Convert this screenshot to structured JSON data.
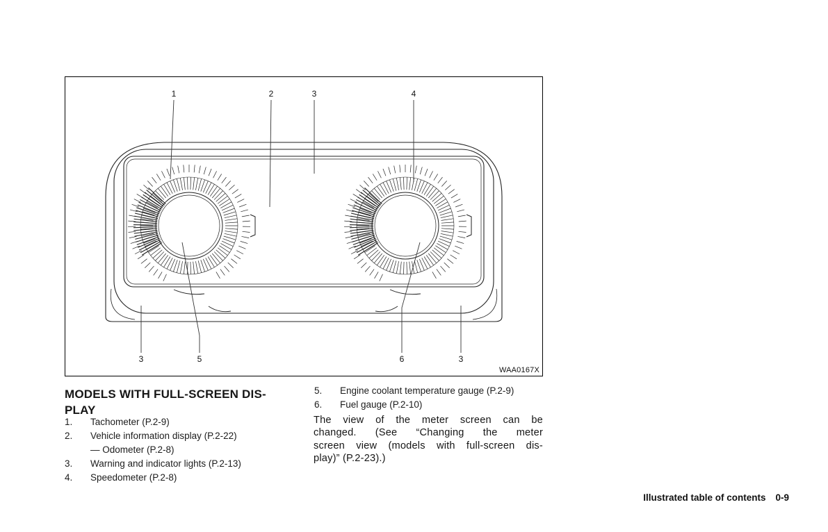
{
  "figure": {
    "image_code": "WAA0167X",
    "callout_labels": [
      "1",
      "2",
      "3",
      "4",
      "3",
      "5",
      "6",
      "3"
    ]
  },
  "content": {
    "heading": "MODELS WITH FULL-SCREEN DIS-\nPLAY",
    "list_left": [
      {
        "num": "1.",
        "text": "Tachometer (P.2-9)"
      },
      {
        "num": "2.",
        "text": "Vehicle information display (P.2-22)",
        "sub": "— Odometer (P.2-8)"
      },
      {
        "num": "3.",
        "text": "Warning and indicator lights (P.2-13)"
      },
      {
        "num": "4.",
        "text": "Speedometer (P.2-8)"
      }
    ],
    "list_right": [
      {
        "num": "5.",
        "text": "Engine coolant temperature gauge (P.2-9)"
      },
      {
        "num": "6.",
        "text": "Fuel gauge (P.2-10)"
      }
    ],
    "paragraph_lines": [
      "The view of the meter screen can be",
      "changed. (See “Changing the meter",
      "screen view (models with full-screen dis-",
      "play)” (P.2-23).)"
    ]
  },
  "footer": {
    "section_title": "Illustrated table of contents",
    "page_number": "0-9"
  }
}
